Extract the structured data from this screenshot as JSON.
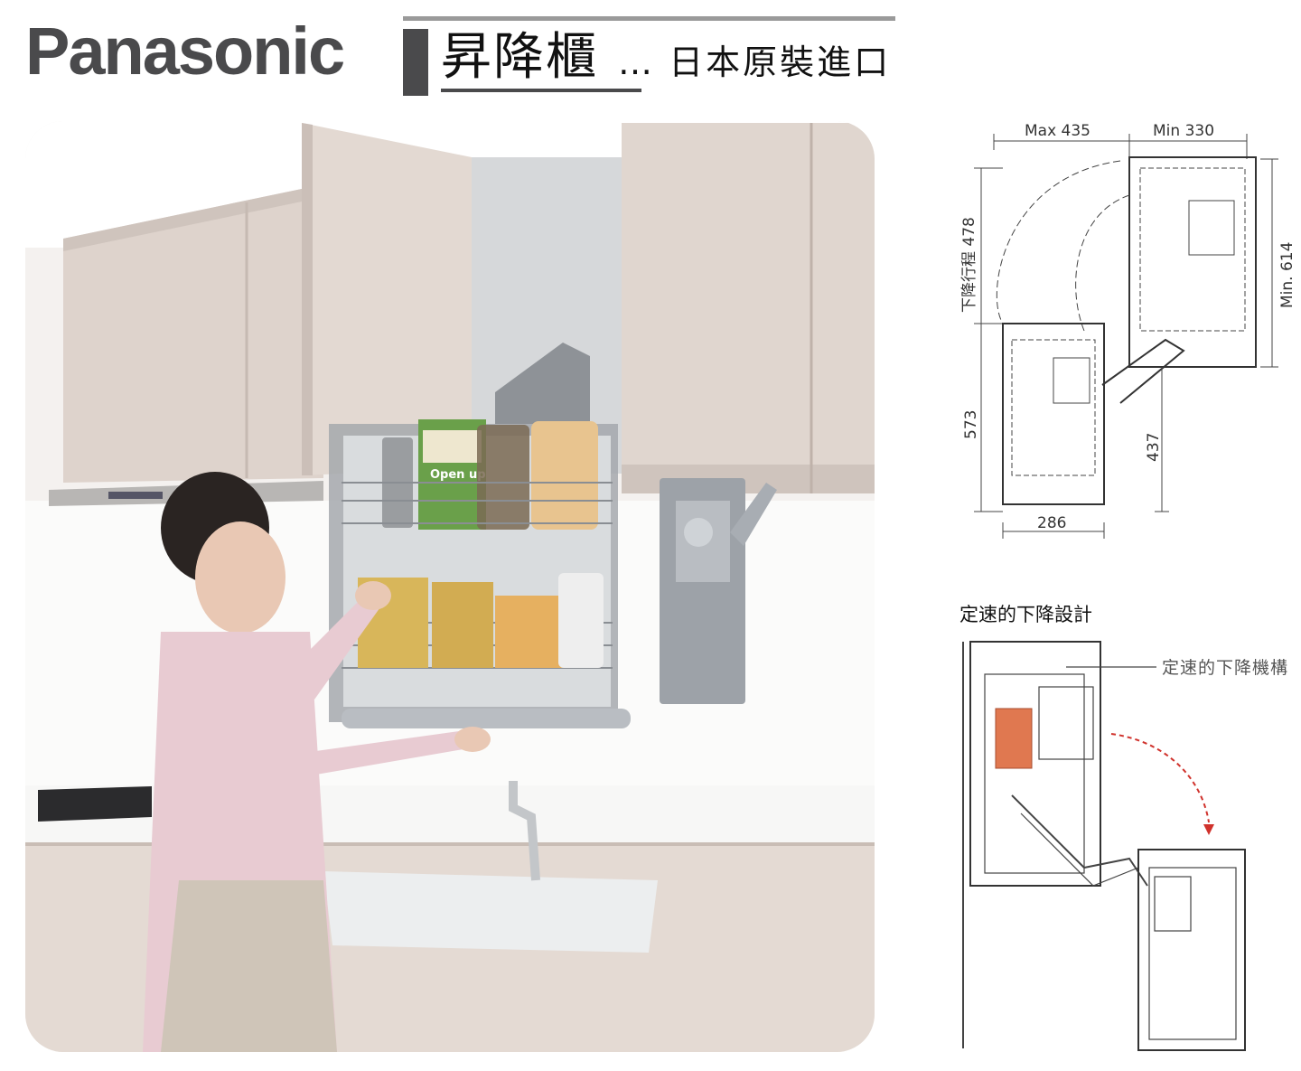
{
  "header": {
    "brand": "Panasonic",
    "title": "昇降櫃",
    "subtitle": "… 日本原裝進口"
  },
  "diagram_dimensions": {
    "max_depth": "Max 435",
    "min_depth": "Min 330",
    "drop_stroke": "下降行程 478",
    "min_height": "Min. 614",
    "basket_height": "573",
    "inner_height": "437",
    "basket_width": "286"
  },
  "mechanism": {
    "section_title": "定速的下降設計",
    "callout": "定速的下降機構"
  },
  "colors": {
    "brand_gray": "#4a4a4c",
    "cabinet_beige": "#dcd2cc",
    "mechanism_orange": "#e07850",
    "arrow_red": "#d0322c"
  },
  "photo_labels": {
    "product_box": "Open up"
  }
}
